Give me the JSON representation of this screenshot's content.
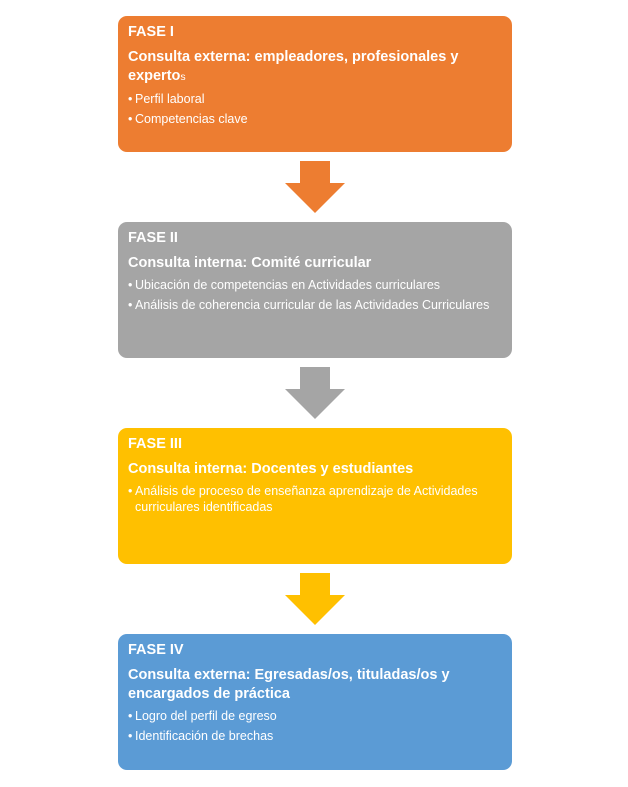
{
  "colors": {
    "phase1": "#ed7d31",
    "phase2": "#a5a5a5",
    "phase3": "#ffc000",
    "phase4": "#5b9bd5"
  },
  "phases": [
    {
      "label": "FASE I",
      "title": "Consulta externa: empleadores, profesionales y experto",
      "title_tail": "s",
      "items": [
        "Perfil laboral",
        "Competencias clave"
      ]
    },
    {
      "label": "FASE II",
      "title": "Consulta interna: Comité curricular",
      "title_tail": "",
      "items": [
        "Ubicación de competencias en Actividades curriculares",
        "Análisis de coherencia curricular de las Actividades Curriculares"
      ]
    },
    {
      "label": "FASE III",
      "title": "Consulta interna: Docentes y estudiantes",
      "title_tail": "",
      "items": [
        "Análisis de proceso de enseñanza aprendizaje de Actividades curriculares identificadas"
      ]
    },
    {
      "label": "FASE IV",
      "title": "Consulta externa: Egresadas/os, tituladas/os y encargados de práctica",
      "title_tail": "",
      "items": [
        "Logro del perfil de egreso",
        "Identificación de brechas"
      ]
    }
  ]
}
